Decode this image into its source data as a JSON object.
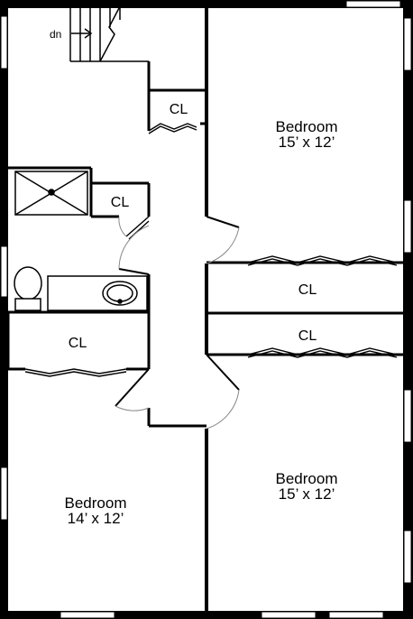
{
  "floor_plan": {
    "stair_direction": "dn",
    "rooms": {
      "bedroom_top_right": {
        "name": "Bedroom",
        "dimensions": "15’ x 12’"
      },
      "bedroom_bottom_right": {
        "name": "Bedroom",
        "dimensions": "15’ x 12’"
      },
      "bedroom_bottom_left": {
        "name": "Bedroom",
        "dimensions": "14’ x 12’"
      }
    },
    "closets": {
      "hall_top": "CL",
      "bath_side": "CL",
      "right_upper": "CL",
      "right_lower": "CL",
      "left_middle": "CL"
    },
    "colors": {
      "wall": "#000000",
      "background": "#ffffff",
      "window": "#ffffff",
      "door_swing": "#888888"
    }
  }
}
